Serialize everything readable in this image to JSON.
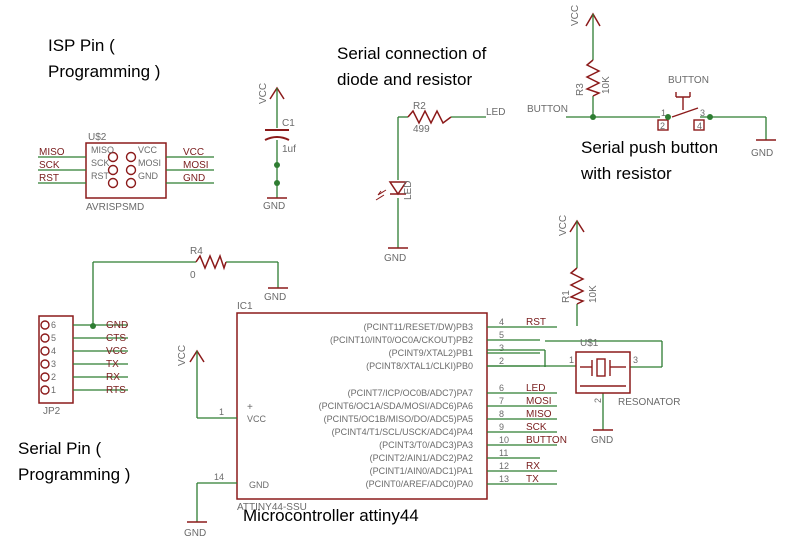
{
  "annotations": {
    "isp": [
      "ISP Pin (",
      "Programming )"
    ],
    "diode": [
      "Serial connection of",
      "diode and resistor"
    ],
    "button": [
      "Serial push button",
      "with resistor"
    ],
    "serial": [
      "Serial Pin (",
      "Programming )"
    ],
    "mcu": "Microcontroller attiny44"
  },
  "isp": {
    "name": "U$2",
    "value": "AVRISPSMD",
    "left_nets": [
      "MISO",
      "SCK",
      "RST"
    ],
    "right_nets": [
      "VCC",
      "MOSI",
      "GND"
    ],
    "left_pins": [
      "MISO",
      "SCK",
      "RST"
    ],
    "right_pins": [
      "VCC",
      "MOSI",
      "GND"
    ]
  },
  "c1": {
    "supply": "VCC",
    "name": "C1",
    "value": "1uf",
    "ground": "GND"
  },
  "r2": {
    "name": "R2",
    "value": "499",
    "net": "LED"
  },
  "led": {
    "name": "LED",
    "ground": "GND"
  },
  "r3": {
    "supply": "VCC",
    "name": "R3",
    "value": "10K",
    "net": "BUTTON"
  },
  "button": {
    "name": "BUTTON",
    "pins": [
      "1",
      "2",
      "3",
      "4"
    ],
    "ground": "GND"
  },
  "r4": {
    "name": "R4",
    "value": "0",
    "ground": "GND"
  },
  "r1": {
    "supply": "VCC",
    "name": "R1",
    "value": "10K",
    "net": "RST"
  },
  "jp2": {
    "name": "JP2",
    "pins": [
      "6",
      "5",
      "4",
      "3",
      "2",
      "1"
    ],
    "nets": [
      "GND",
      "CTS",
      "VCC",
      "TX",
      "RX",
      "RTS"
    ]
  },
  "ic1": {
    "name": "IC1",
    "value": "ATTINY44-SSU",
    "vcc_label": "VCC",
    "vcc_supply": "VCC",
    "vcc_pin": "1",
    "gnd_label": "GND",
    "gnd_pin": "14",
    "ground": "GND",
    "pins": [
      {
        "label": "(PCINT11/RESET/DW)PB3",
        "num": "4",
        "net": "RST"
      },
      {
        "label": "(PCINT10/INT0/OC0A/CKOUT)PB2",
        "num": "5",
        "net": ""
      },
      {
        "label": "(PCINT9/XTAL2)PB1",
        "num": "3",
        "net": ""
      },
      {
        "label": "(PCINT8/XTAL1/CLKI)PB0",
        "num": "2",
        "net": ""
      },
      {
        "label": "(PCINT7/ICP/OC0B/ADC7)PA7",
        "num": "6",
        "net": "LED"
      },
      {
        "label": "(PCINT6/OC1A/SDA/MOSI/ADC6)PA6",
        "num": "7",
        "net": "MOSI"
      },
      {
        "label": "(PCINT5/OC1B/MISO/DO/ADC5)PA5",
        "num": "8",
        "net": "MISO"
      },
      {
        "label": "(PCINT4/T1/SCL/USCK/ADC4)PA4",
        "num": "9",
        "net": "SCK"
      },
      {
        "label": "(PCINT3/T0/ADC3)PA3",
        "num": "10",
        "net": "BUTTON"
      },
      {
        "label": "(PCINT2/AIN1/ADC2)PA2",
        "num": "11",
        "net": ""
      },
      {
        "label": "(PCINT1/AIN0/ADC1)PA1",
        "num": "12",
        "net": "RX"
      },
      {
        "label": "(PCINT0/AREF/ADC0)PA0",
        "num": "13",
        "net": "TX"
      }
    ]
  },
  "resonator": {
    "name": "U$1",
    "value": "RESONATOR",
    "pins": [
      "1",
      "2",
      "3"
    ],
    "ground": "GND"
  },
  "colors": {
    "wire": "#2e7d32",
    "part": "#8b1a1a",
    "label": "#6b6b6b",
    "net": "#7b2020",
    "junction": "#2e7d32"
  }
}
